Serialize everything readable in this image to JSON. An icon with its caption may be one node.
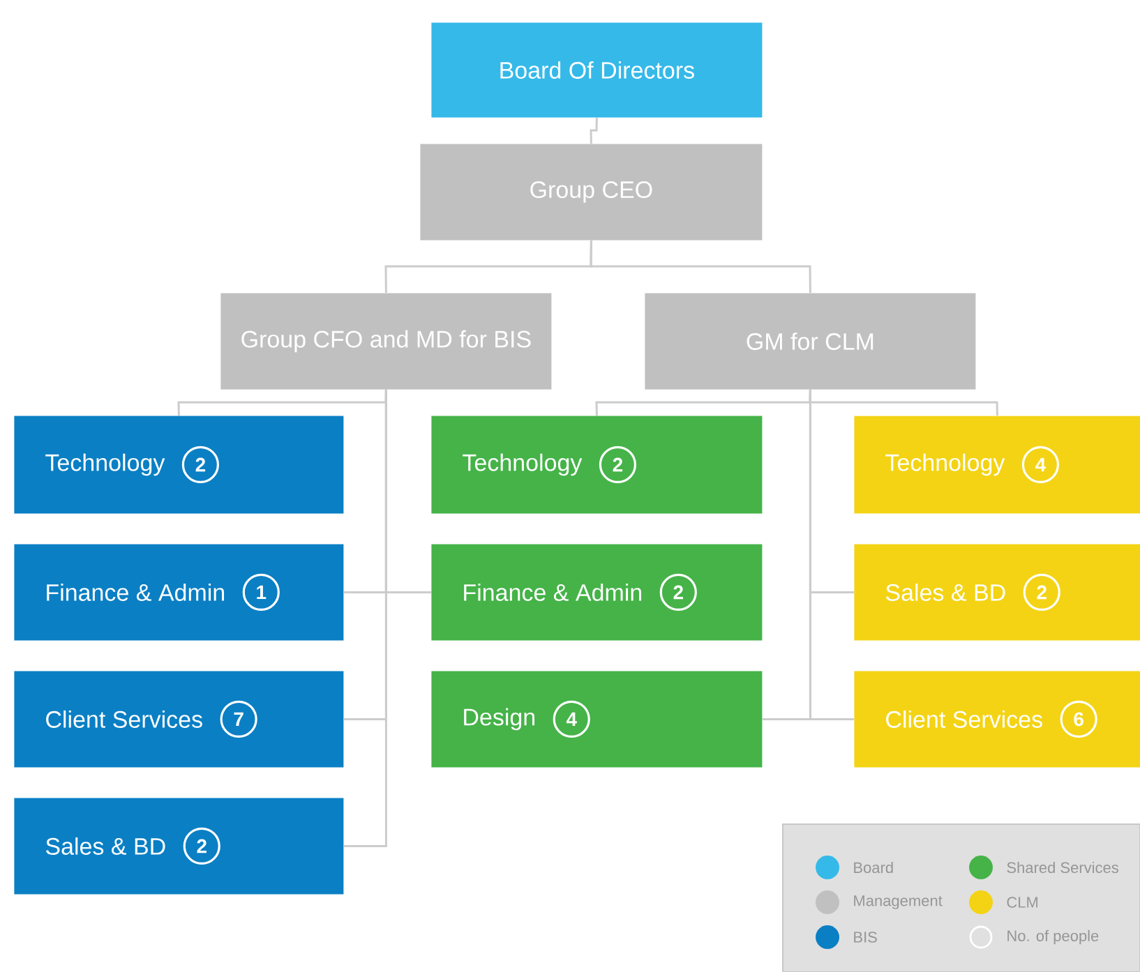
{
  "diagram": {
    "nodes": [
      {
        "text": [
          "Board Of Directors"
        ]
      },
      {
        "text": [
          "Group CEO"
        ]
      },
      {
        "text": [
          "Group CFO and MD for BIS"
        ]
      },
      {
        "text": [
          "GM for CLM"
        ]
      },
      {
        "text": [
          "Technology",
          "2"
        ]
      },
      {
        "text": [
          "Finance & Admin",
          "1"
        ]
      },
      {
        "text": [
          "Client Services",
          "7"
        ]
      },
      {
        "text": [
          "Sales & BD",
          "2"
        ]
      },
      {
        "text": [
          "Technology",
          "2"
        ]
      },
      {
        "text": [
          "Finance & Admin",
          "2"
        ]
      },
      {
        "text": [
          "Design",
          "4"
        ]
      },
      {
        "text": [
          "Technology",
          "4"
        ]
      },
      {
        "text": [
          "Sales & BD",
          "2"
        ]
      },
      {
        "text": [
          "Client Services",
          "6"
        ]
      }
    ],
    "edges": [
      {
        "from": 0,
        "to": 1,
        "arrow": "none"
      },
      {
        "from": 1,
        "to": 2,
        "arrow": "none"
      },
      {
        "from": 1,
        "to": 3,
        "arrow": "none"
      },
      {
        "from": 2,
        "to": 4,
        "arrow": "none"
      },
      {
        "from": 2,
        "to": 5,
        "arrow": "none"
      },
      {
        "from": 2,
        "to": 6,
        "arrow": "none"
      },
      {
        "from": 2,
        "to": 7,
        "arrow": "none"
      },
      {
        "from": 2,
        "to": 9,
        "arrow": "none"
      },
      {
        "from": 3,
        "to": 8,
        "arrow": "none"
      },
      {
        "from": 3,
        "to": 10,
        "arrow": "none"
      },
      {
        "from": 3,
        "to": 11,
        "arrow": "none"
      },
      {
        "from": 3,
        "to": 12,
        "arrow": "none"
      },
      {
        "from": 3,
        "to": 13,
        "arrow": "none"
      }
    ],
    "legend": [
      {
        "text": "Board",
        "color": "#35b9e9"
      },
      {
        "text": "Shared Services",
        "color": "#45b348"
      },
      {
        "text": "Management",
        "color": "#c0c0c0"
      },
      {
        "text": "CLM",
        "color": "#f3d314"
      },
      {
        "text": "BIS",
        "color": "#0a7fc4"
      },
      {
        "text": "No. of people"
      }
    ]
  }
}
